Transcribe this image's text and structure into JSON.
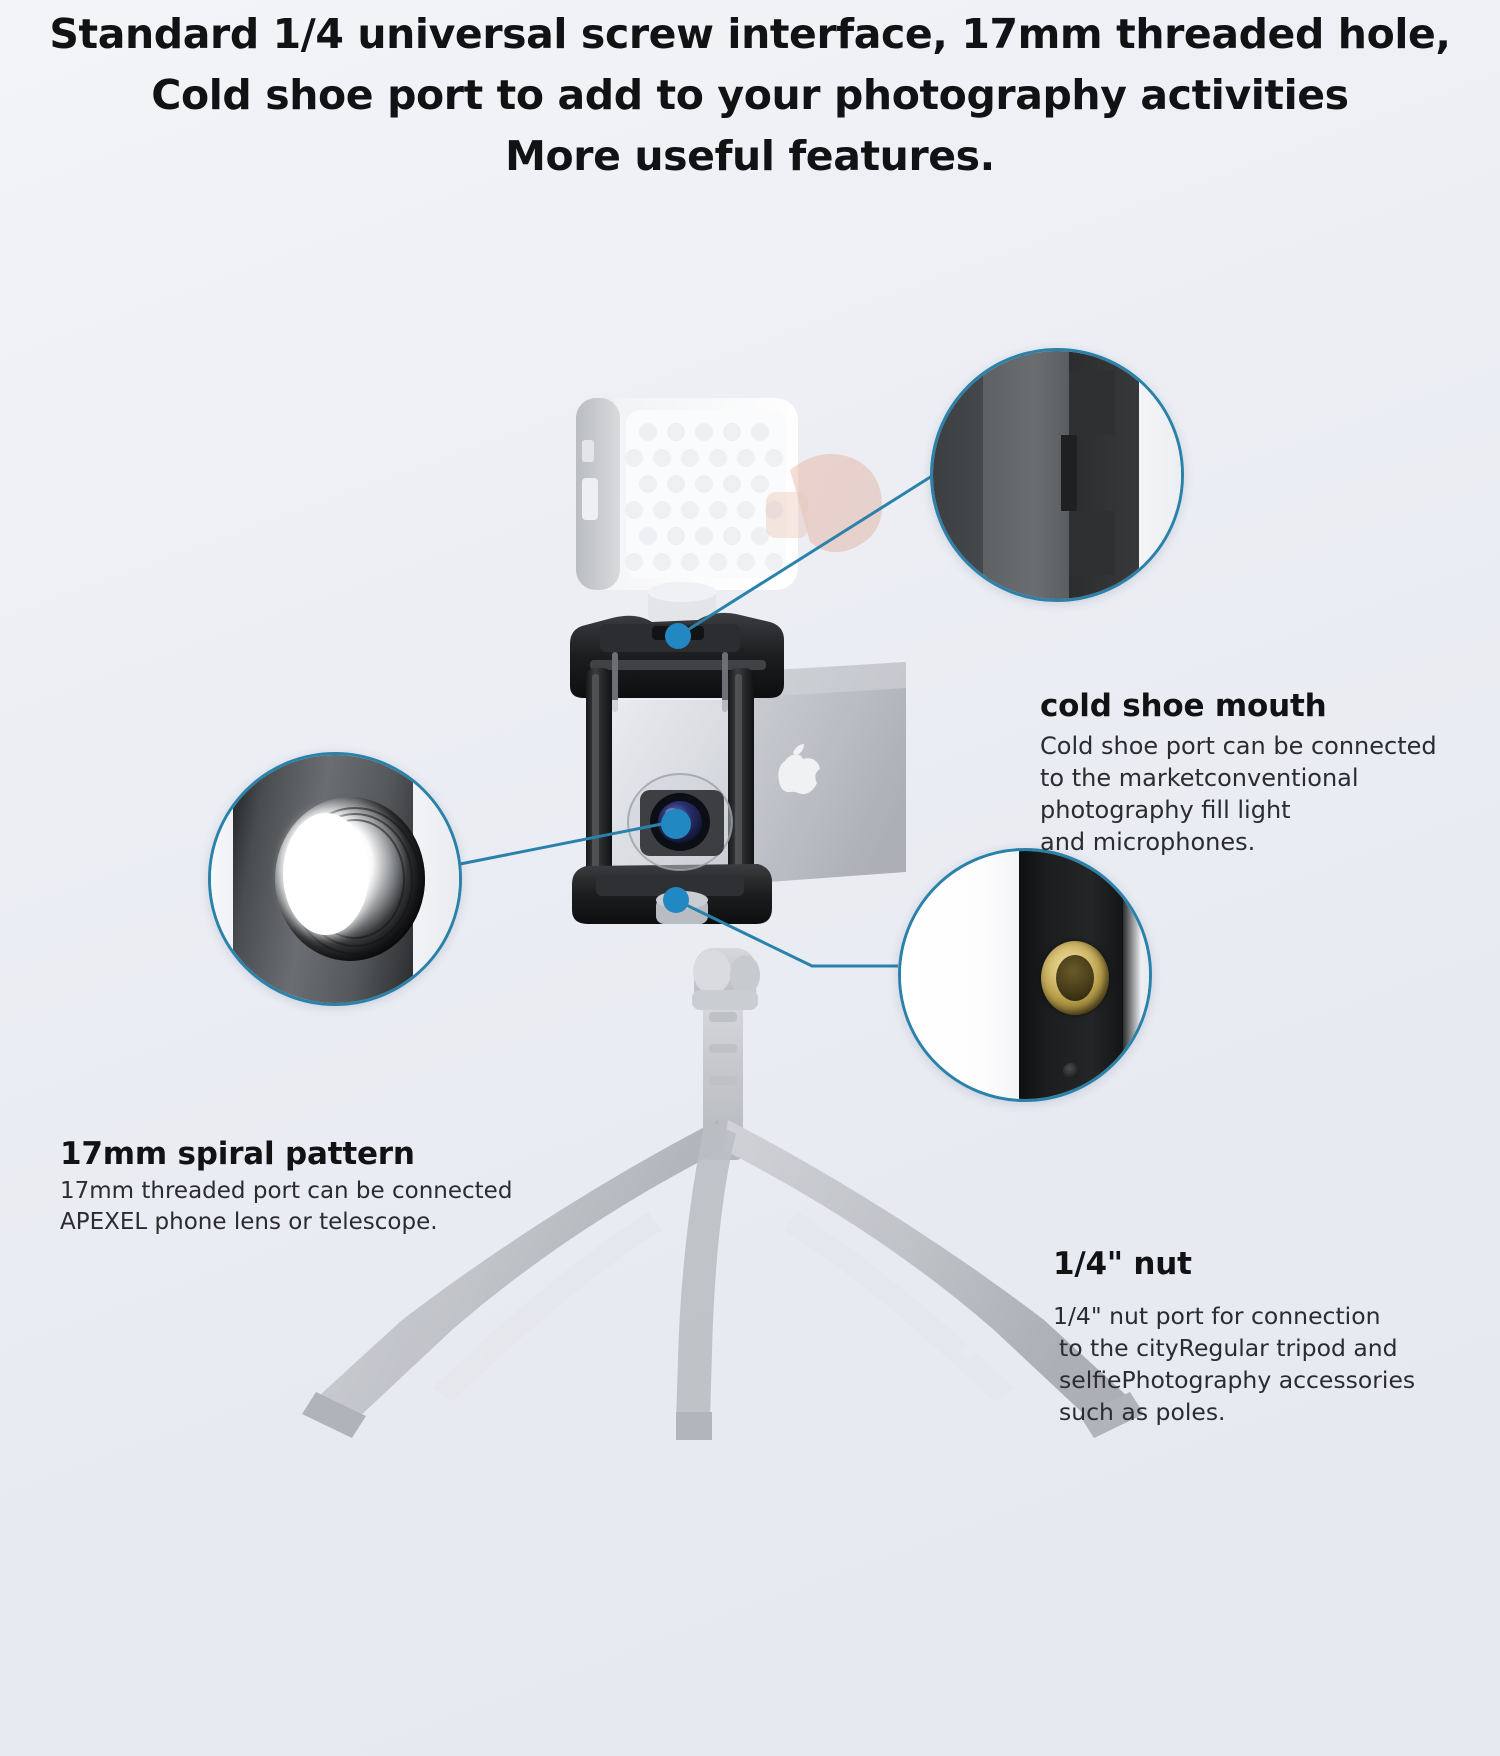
{
  "headline": {
    "lines": [
      "Standard 1/4 universal screw interface, 17mm threaded hole,",
      "Cold shoe port to add to your photography activities",
      "More useful features."
    ]
  },
  "theme": {
    "accent_blue": "#2a82ab",
    "background": "#e8eaf0",
    "heading_color": "#111214",
    "body_color": "#2a2c30",
    "brass_color": "#b99f4c"
  },
  "callouts": [
    {
      "id": "cold-shoe",
      "title": "cold shoe mouth",
      "body_lines": [
        "Cold shoe port can be connected",
        "to the marketconventional",
        "photography fill light",
        "and microphones."
      ]
    },
    {
      "id": "spiral-pattern",
      "title": "17mm spiral pattern",
      "body_lines": [
        "17mm threaded port can be connected",
        "APEXEL phone lens or  telescope."
      ]
    },
    {
      "id": "quarter-nut",
      "title": "1/4\" nut",
      "body_lines": [
        "1/4\" nut port for connection",
        "to the cityRegular tripod and",
        "selfiePhotography accessories",
        "such as poles."
      ]
    }
  ]
}
